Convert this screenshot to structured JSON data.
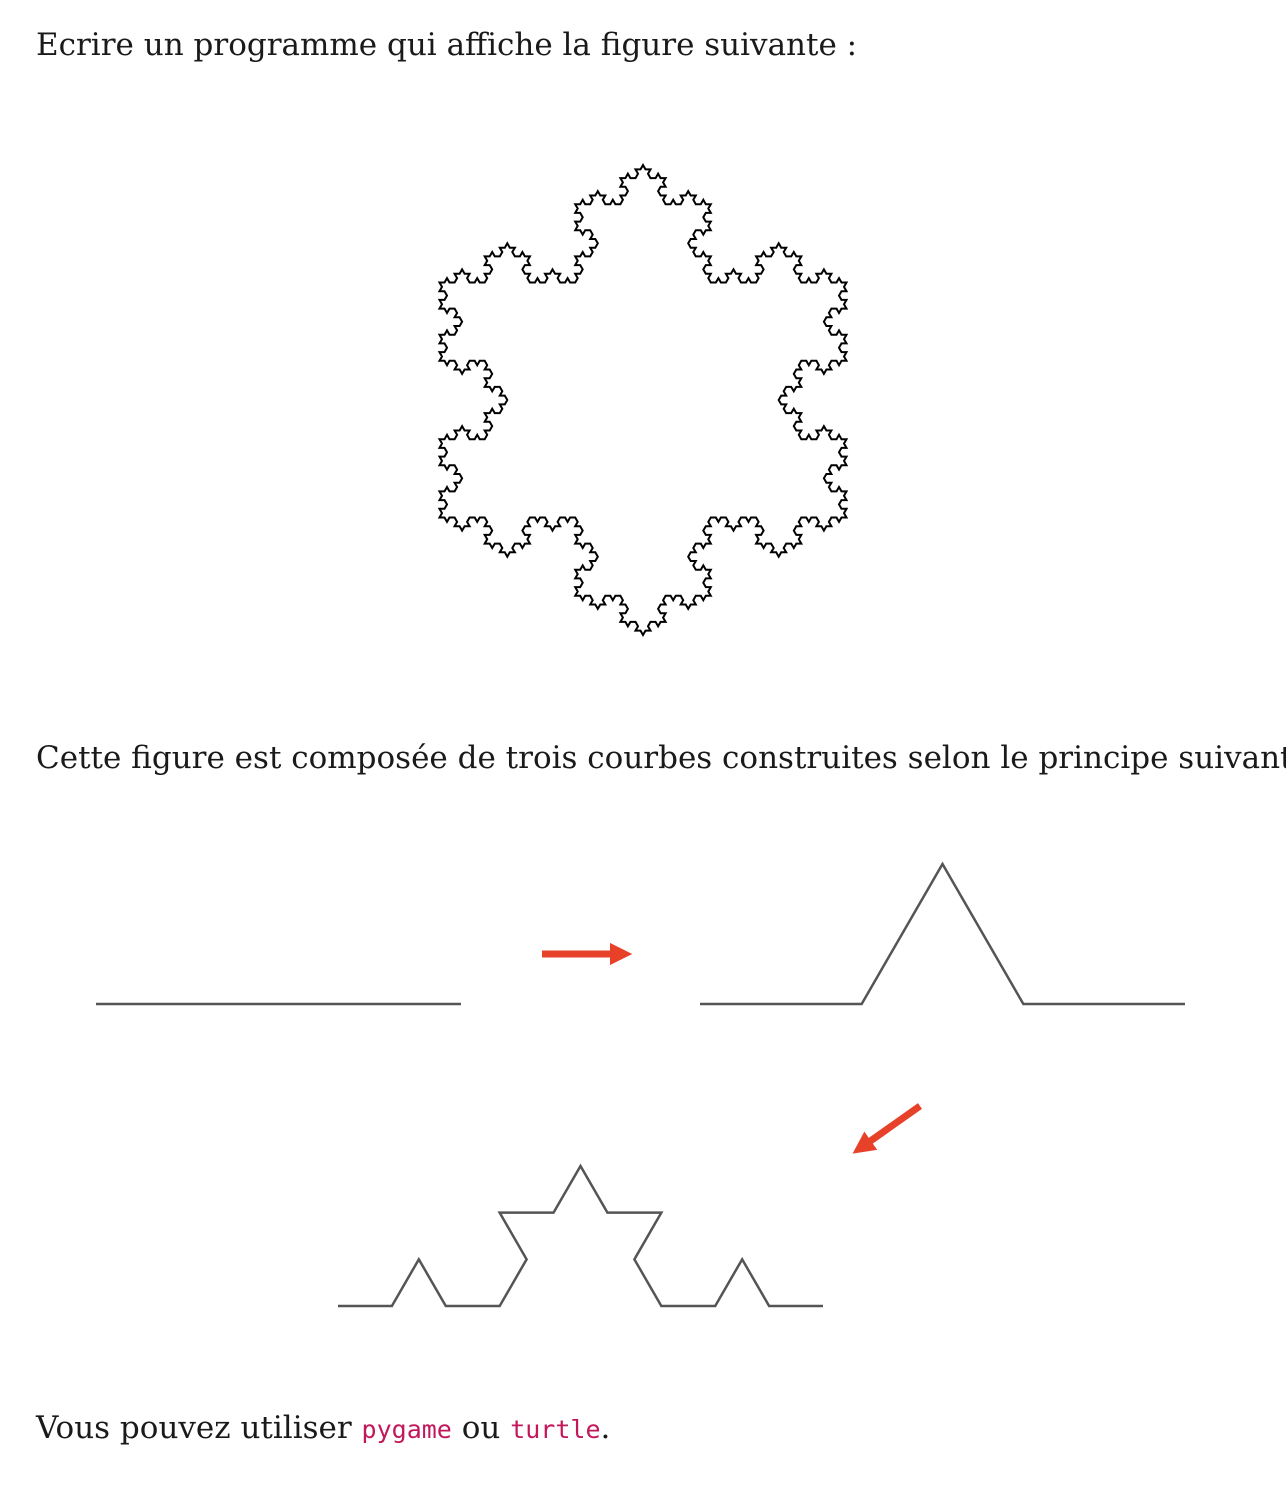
{
  "intro_text": "Ecrire un programme qui affiche la figure suivante :",
  "principle_text": "Cette figure est composée de trois courbes construites selon le principe suivant :",
  "footer": {
    "prefix": "Vous pouvez utiliser ",
    "code1": "pygame",
    "middle": " ou ",
    "code2": "turtle",
    "suffix": "."
  },
  "colors": {
    "text": "#1a1a1a",
    "code": "#c2185b",
    "curve": "#555555",
    "snowflake": "#000000",
    "arrow": "#e8412a"
  },
  "figure": {
    "snowflake_iterations": 4,
    "steps": [
      0,
      1,
      2
    ]
  }
}
